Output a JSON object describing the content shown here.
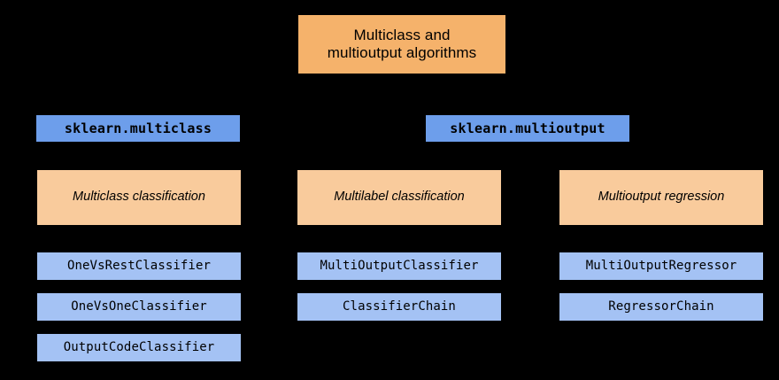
{
  "diagram": {
    "title_node": {
      "line1": "Multiclass and",
      "line2": "multioutput algorithms",
      "color": "#f5b26b"
    },
    "modules": [
      {
        "label": "sklearn.multiclass",
        "color": "#6d9eeb"
      },
      {
        "label": "sklearn.multioutput",
        "color": "#6d9eeb"
      }
    ],
    "categories": [
      {
        "label": "Multiclass classification",
        "color": "#f9cb9c"
      },
      {
        "label": "Multilabel classification",
        "color": "#f9cb9c"
      },
      {
        "label": "Multioutput regression",
        "color": "#f9cb9c"
      }
    ],
    "columns": [
      {
        "estimators": [
          {
            "label": "OneVsRestClassifier"
          },
          {
            "label": "OneVsOneClassifier"
          },
          {
            "label": "OutputCodeClassifier"
          }
        ]
      },
      {
        "estimators": [
          {
            "label": "MultiOutputClassifier"
          },
          {
            "label": "ClassifierChain"
          }
        ]
      },
      {
        "estimators": [
          {
            "label": "MultiOutputRegressor"
          },
          {
            "label": "RegressorChain"
          }
        ]
      }
    ],
    "estimator_color": "#a4c2f4",
    "background_color": "#000000"
  }
}
